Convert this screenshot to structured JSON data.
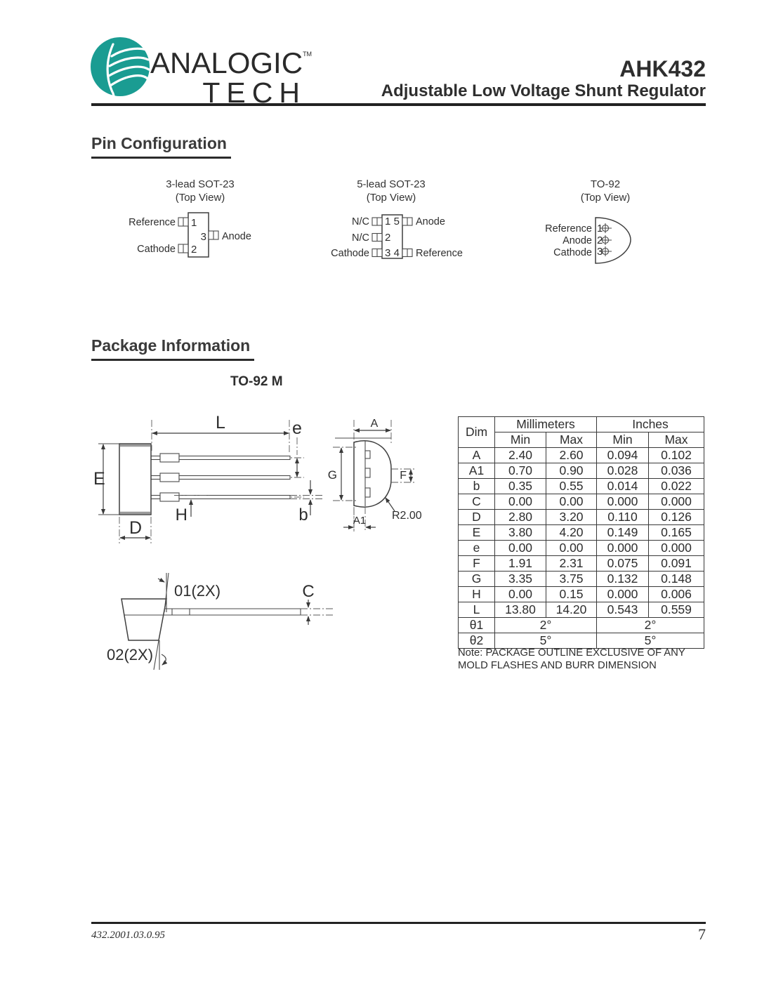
{
  "header": {
    "logo_line1": "ANALOGIC",
    "logo_tm": "TM",
    "logo_line2": "TECH",
    "part_number": "AHK432",
    "subtitle": "Adjustable Low Voltage Shunt Regulator"
  },
  "pin_configuration": {
    "heading": "Pin Configuration",
    "sot23_3lead": {
      "title": "3-lead SOT-23",
      "view": "(Top View)",
      "pins": [
        {
          "num": "1",
          "label": "Reference"
        },
        {
          "num": "2",
          "label": "Cathode"
        },
        {
          "num": "3",
          "label": "Anode"
        }
      ]
    },
    "sot23_5lead": {
      "title": "5-lead SOT-23",
      "view": "(Top View)",
      "pins": [
        {
          "num": "1",
          "label": "N/C"
        },
        {
          "num": "2",
          "label": "N/C"
        },
        {
          "num": "3",
          "label": "Cathode"
        },
        {
          "num": "4",
          "label": "Reference"
        },
        {
          "num": "5",
          "label": "Anode"
        }
      ]
    },
    "to92": {
      "title": "TO-92",
      "view": "(Top View)",
      "pins": [
        {
          "num": "1",
          "label": "Reference"
        },
        {
          "num": "2",
          "label": "Anode"
        },
        {
          "num": "3",
          "label": "Cathode"
        }
      ]
    }
  },
  "package_information": {
    "heading": "Package Information",
    "package_name": "TO-92 M",
    "labels": {
      "L": "L",
      "e": "e",
      "E": "E",
      "D": "D",
      "H": "H",
      "b": "b",
      "A": "A",
      "G": "G",
      "F": "F",
      "A1": "A1",
      "R": "R2.00",
      "theta1": "01(2X)",
      "theta2": "02(2X)",
      "C": "C"
    },
    "note_line1": "Note: PACKAGE OUTLINE EXCLUSIVE OF ANY",
    "note_line2": "MOLD FLASHES AND BURR DIMENSION"
  },
  "dimension_table": {
    "col_dim": "Dim",
    "group_mm": "Millimeters",
    "group_in": "Inches",
    "min": "Min",
    "max": "Max",
    "rows": [
      {
        "dim": "A",
        "mm_min": "2.40",
        "mm_max": "2.60",
        "in_min": "0.094",
        "in_max": "0.102"
      },
      {
        "dim": "A1",
        "mm_min": "0.70",
        "mm_max": "0.90",
        "in_min": "0.028",
        "in_max": "0.036"
      },
      {
        "dim": "b",
        "mm_min": "0.35",
        "mm_max": "0.55",
        "in_min": "0.014",
        "in_max": "0.022"
      },
      {
        "dim": "C",
        "mm_min": "0.00",
        "mm_max": "0.00",
        "in_min": "0.000",
        "in_max": "0.000"
      },
      {
        "dim": "D",
        "mm_min": "2.80",
        "mm_max": "3.20",
        "in_min": "0.110",
        "in_max": "0.126"
      },
      {
        "dim": "E",
        "mm_min": "3.80",
        "mm_max": "4.20",
        "in_min": "0.149",
        "in_max": "0.165"
      },
      {
        "dim": "e",
        "mm_min": "0.00",
        "mm_max": "0.00",
        "in_min": "0.000",
        "in_max": "0.000"
      },
      {
        "dim": "F",
        "mm_min": "1.91",
        "mm_max": "2.31",
        "in_min": "0.075",
        "in_max": "0.091"
      },
      {
        "dim": "G",
        "mm_min": "3.35",
        "mm_max": "3.75",
        "in_min": "0.132",
        "in_max": "0.148"
      },
      {
        "dim": "H",
        "mm_min": "0.00",
        "mm_max": "0.15",
        "in_min": "0.000",
        "in_max": "0.006"
      },
      {
        "dim": "L",
        "mm_min": "13.80",
        "mm_max": "14.20",
        "in_min": "0.543",
        "in_max": "0.559"
      }
    ],
    "angle_rows": [
      {
        "dim": "θ1",
        "mm": "2°",
        "in": "2°"
      },
      {
        "dim": "θ2",
        "mm": "5°",
        "in": "5°"
      }
    ]
  },
  "footer": {
    "doc_number": "432.2001.03.0.95",
    "page_number": "7"
  },
  "colors": {
    "logo_teal": "#1A9C92",
    "ink": "#2e2e2e"
  }
}
